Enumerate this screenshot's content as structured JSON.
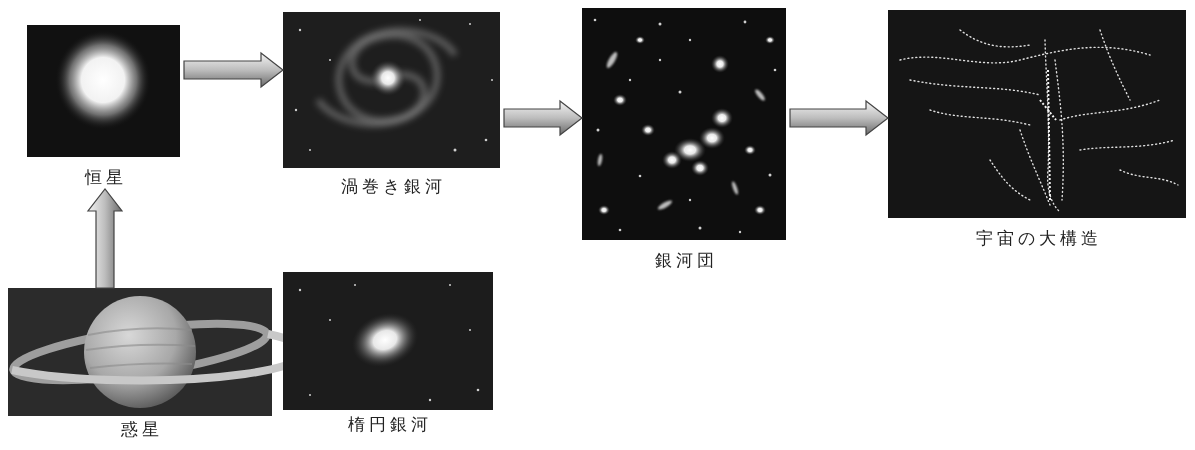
{
  "diagram": {
    "nodes": [
      {
        "text": [
          "恒星"
        ]
      },
      {
        "text": [
          "渦巻き銀河"
        ]
      },
      {
        "text": [
          "銀河団"
        ]
      },
      {
        "text": [
          "宇宙の大構造"
        ]
      },
      {
        "text": [
          "惑星"
        ]
      },
      {
        "text": [
          "楕円銀河"
        ]
      }
    ],
    "edges": [
      {
        "from": 4,
        "to": 0,
        "arrow": "to"
      },
      {
        "from": 0,
        "to": 1,
        "arrow": "to"
      },
      {
        "from": 1,
        "to": 2,
        "arrow": "to"
      },
      {
        "from": 2,
        "to": 3,
        "arrow": "to"
      }
    ]
  }
}
